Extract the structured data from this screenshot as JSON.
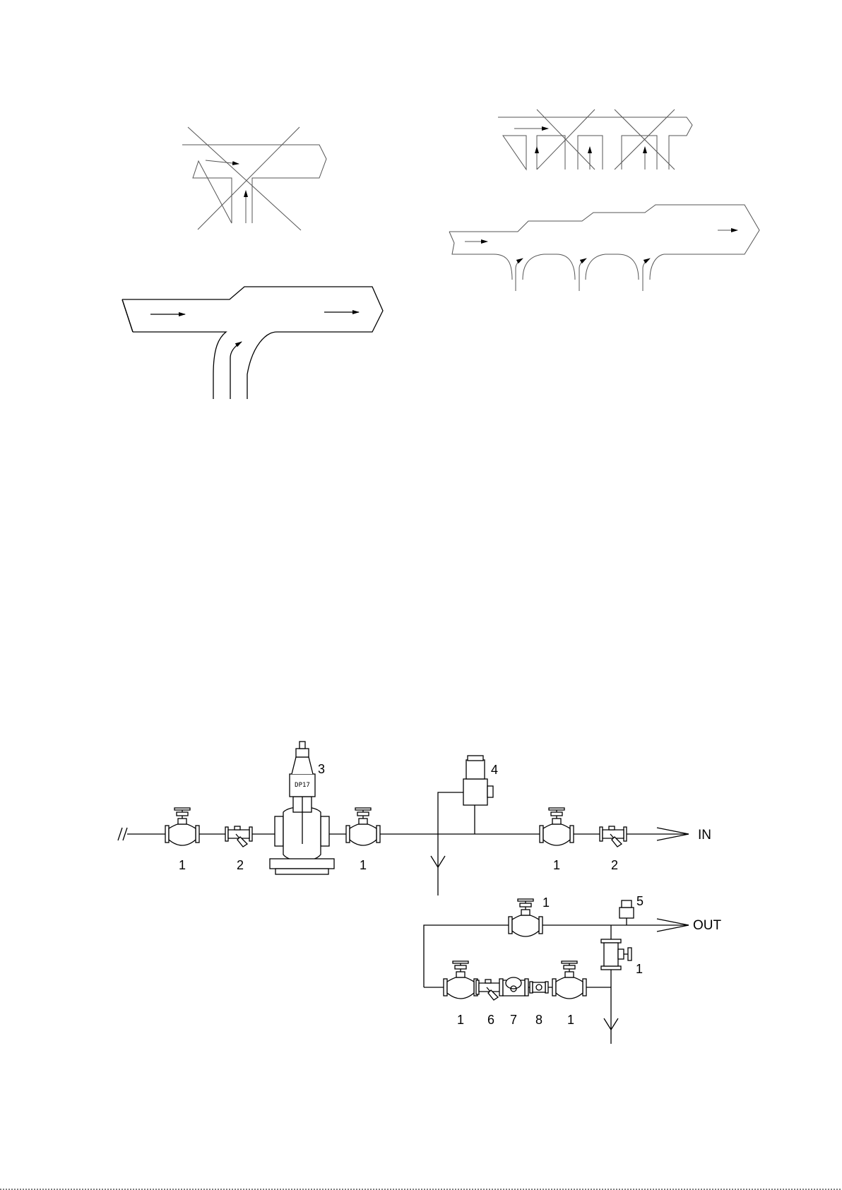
{
  "drawing": {
    "labels": {
      "inlet": "IN",
      "outlet": "OUT",
      "valve_body_marking": "DP17"
    },
    "items": {
      "n1": "1",
      "n2": "2",
      "n3": "3",
      "n4": "4",
      "n5": "5",
      "n6": "6",
      "n7": "7",
      "n8": "8"
    },
    "colors": {
      "line": "#000000",
      "thin_line": "#555555",
      "background": "#ffffff"
    }
  }
}
